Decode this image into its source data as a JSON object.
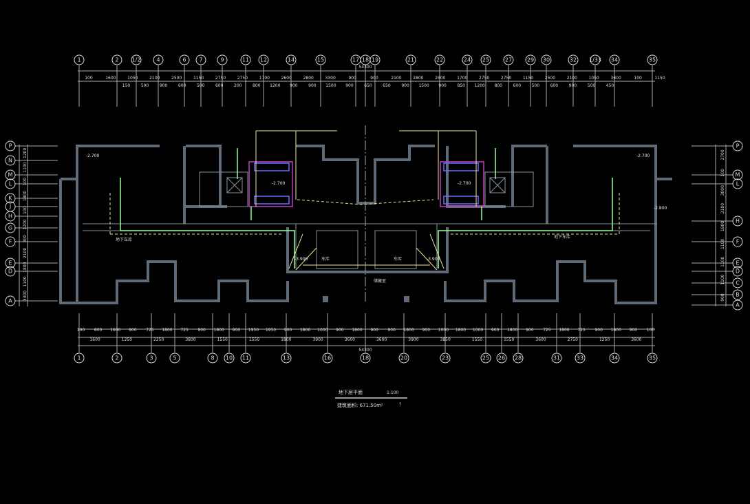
{
  "drawing": {
    "title": "地下层平面",
    "scale": "1:100",
    "area": "建筑面积: 671.50m²",
    "mark": "?"
  },
  "axes": {
    "top": [
      "1",
      "2",
      "1/2",
      "4",
      "6",
      "7",
      "9",
      "11",
      "12",
      "14",
      "15",
      "17",
      "18",
      "19",
      "21",
      "22",
      "24",
      "25",
      "27",
      "29",
      "30",
      "32",
      "1/33",
      "34",
      "35"
    ],
    "bottom": [
      "1",
      "2",
      "3",
      "5",
      "8",
      "10",
      "11",
      "13",
      "16",
      "18",
      "20",
      "23",
      "25",
      "26",
      "28",
      "31",
      "33",
      "34",
      "35"
    ],
    "left": [
      "P",
      "N",
      "M",
      "L",
      "K",
      "J",
      "H",
      "G",
      "F",
      "E",
      "D",
      "A"
    ],
    "right": [
      "P",
      "M",
      "L",
      "H",
      "F",
      "E",
      "D",
      "C",
      "B",
      "A"
    ]
  },
  "dimensions": {
    "total_top": "54300",
    "total_bottom": "54300",
    "top_row": [
      "100",
      "1600",
      "1050",
      "2100",
      "2500",
      "1150",
      "2750",
      "2750",
      "1700",
      "2600",
      "2800",
      "3300",
      "900",
      "900",
      "2100",
      "2800",
      "2600",
      "1700",
      "2750",
      "2750",
      "1150",
      "2500",
      "2100",
      "1050",
      "3600",
      "100",
      "1150"
    ],
    "top_sub": [
      "150",
      "500",
      "900",
      "600",
      "500",
      "600",
      "200",
      "800",
      "1200",
      "900",
      "900",
      "1500",
      "900",
      "650",
      "650",
      "900",
      "1500",
      "900",
      "850",
      "1200",
      "800",
      "600",
      "500",
      "600",
      "900",
      "500",
      "450"
    ],
    "bottom_row": [
      "1600",
      "1250",
      "2250",
      "3800",
      "1550",
      "1550",
      "1800",
      "3900",
      "3600",
      "3600",
      "3900",
      "3850",
      "1550",
      "1550",
      "3600",
      "2750",
      "1250",
      "3600"
    ],
    "bottom_sub": [
      "100",
      "800",
      "1600",
      "900",
      "725",
      "1800",
      "725",
      "900",
      "1800",
      "900",
      "1950",
      "1950",
      "900",
      "1800",
      "1000",
      "900",
      "1800",
      "900",
      "900",
      "1800",
      "900",
      "1000",
      "1800",
      "1000",
      "900",
      "1800",
      "900",
      "725",
      "1800",
      "725",
      "900",
      "1800",
      "900",
      "100"
    ],
    "left_col": [
      "1200",
      "1100",
      "100",
      "1800",
      "100",
      "1200",
      "300",
      "2100",
      "1800",
      "1100",
      "3300"
    ],
    "right_col": [
      "2700",
      "100",
      "3000",
      "2100",
      "1800",
      "1100",
      "1100",
      "1100",
      "900"
    ]
  },
  "annotations": {
    "elevations": [
      "-2.700",
      "-2.700",
      "-2.700",
      "-2.700",
      "-3.900",
      "-3.900",
      "-2.800"
    ],
    "rooms": [
      "地下车库",
      "地下车库",
      "车库",
      "车库",
      "储藏室"
    ]
  },
  "colors": {
    "background": "#000000",
    "wall": "#5f6b78",
    "pipe": "#99ff99",
    "label": "#00e5ff",
    "dashed": "#eee89a"
  }
}
